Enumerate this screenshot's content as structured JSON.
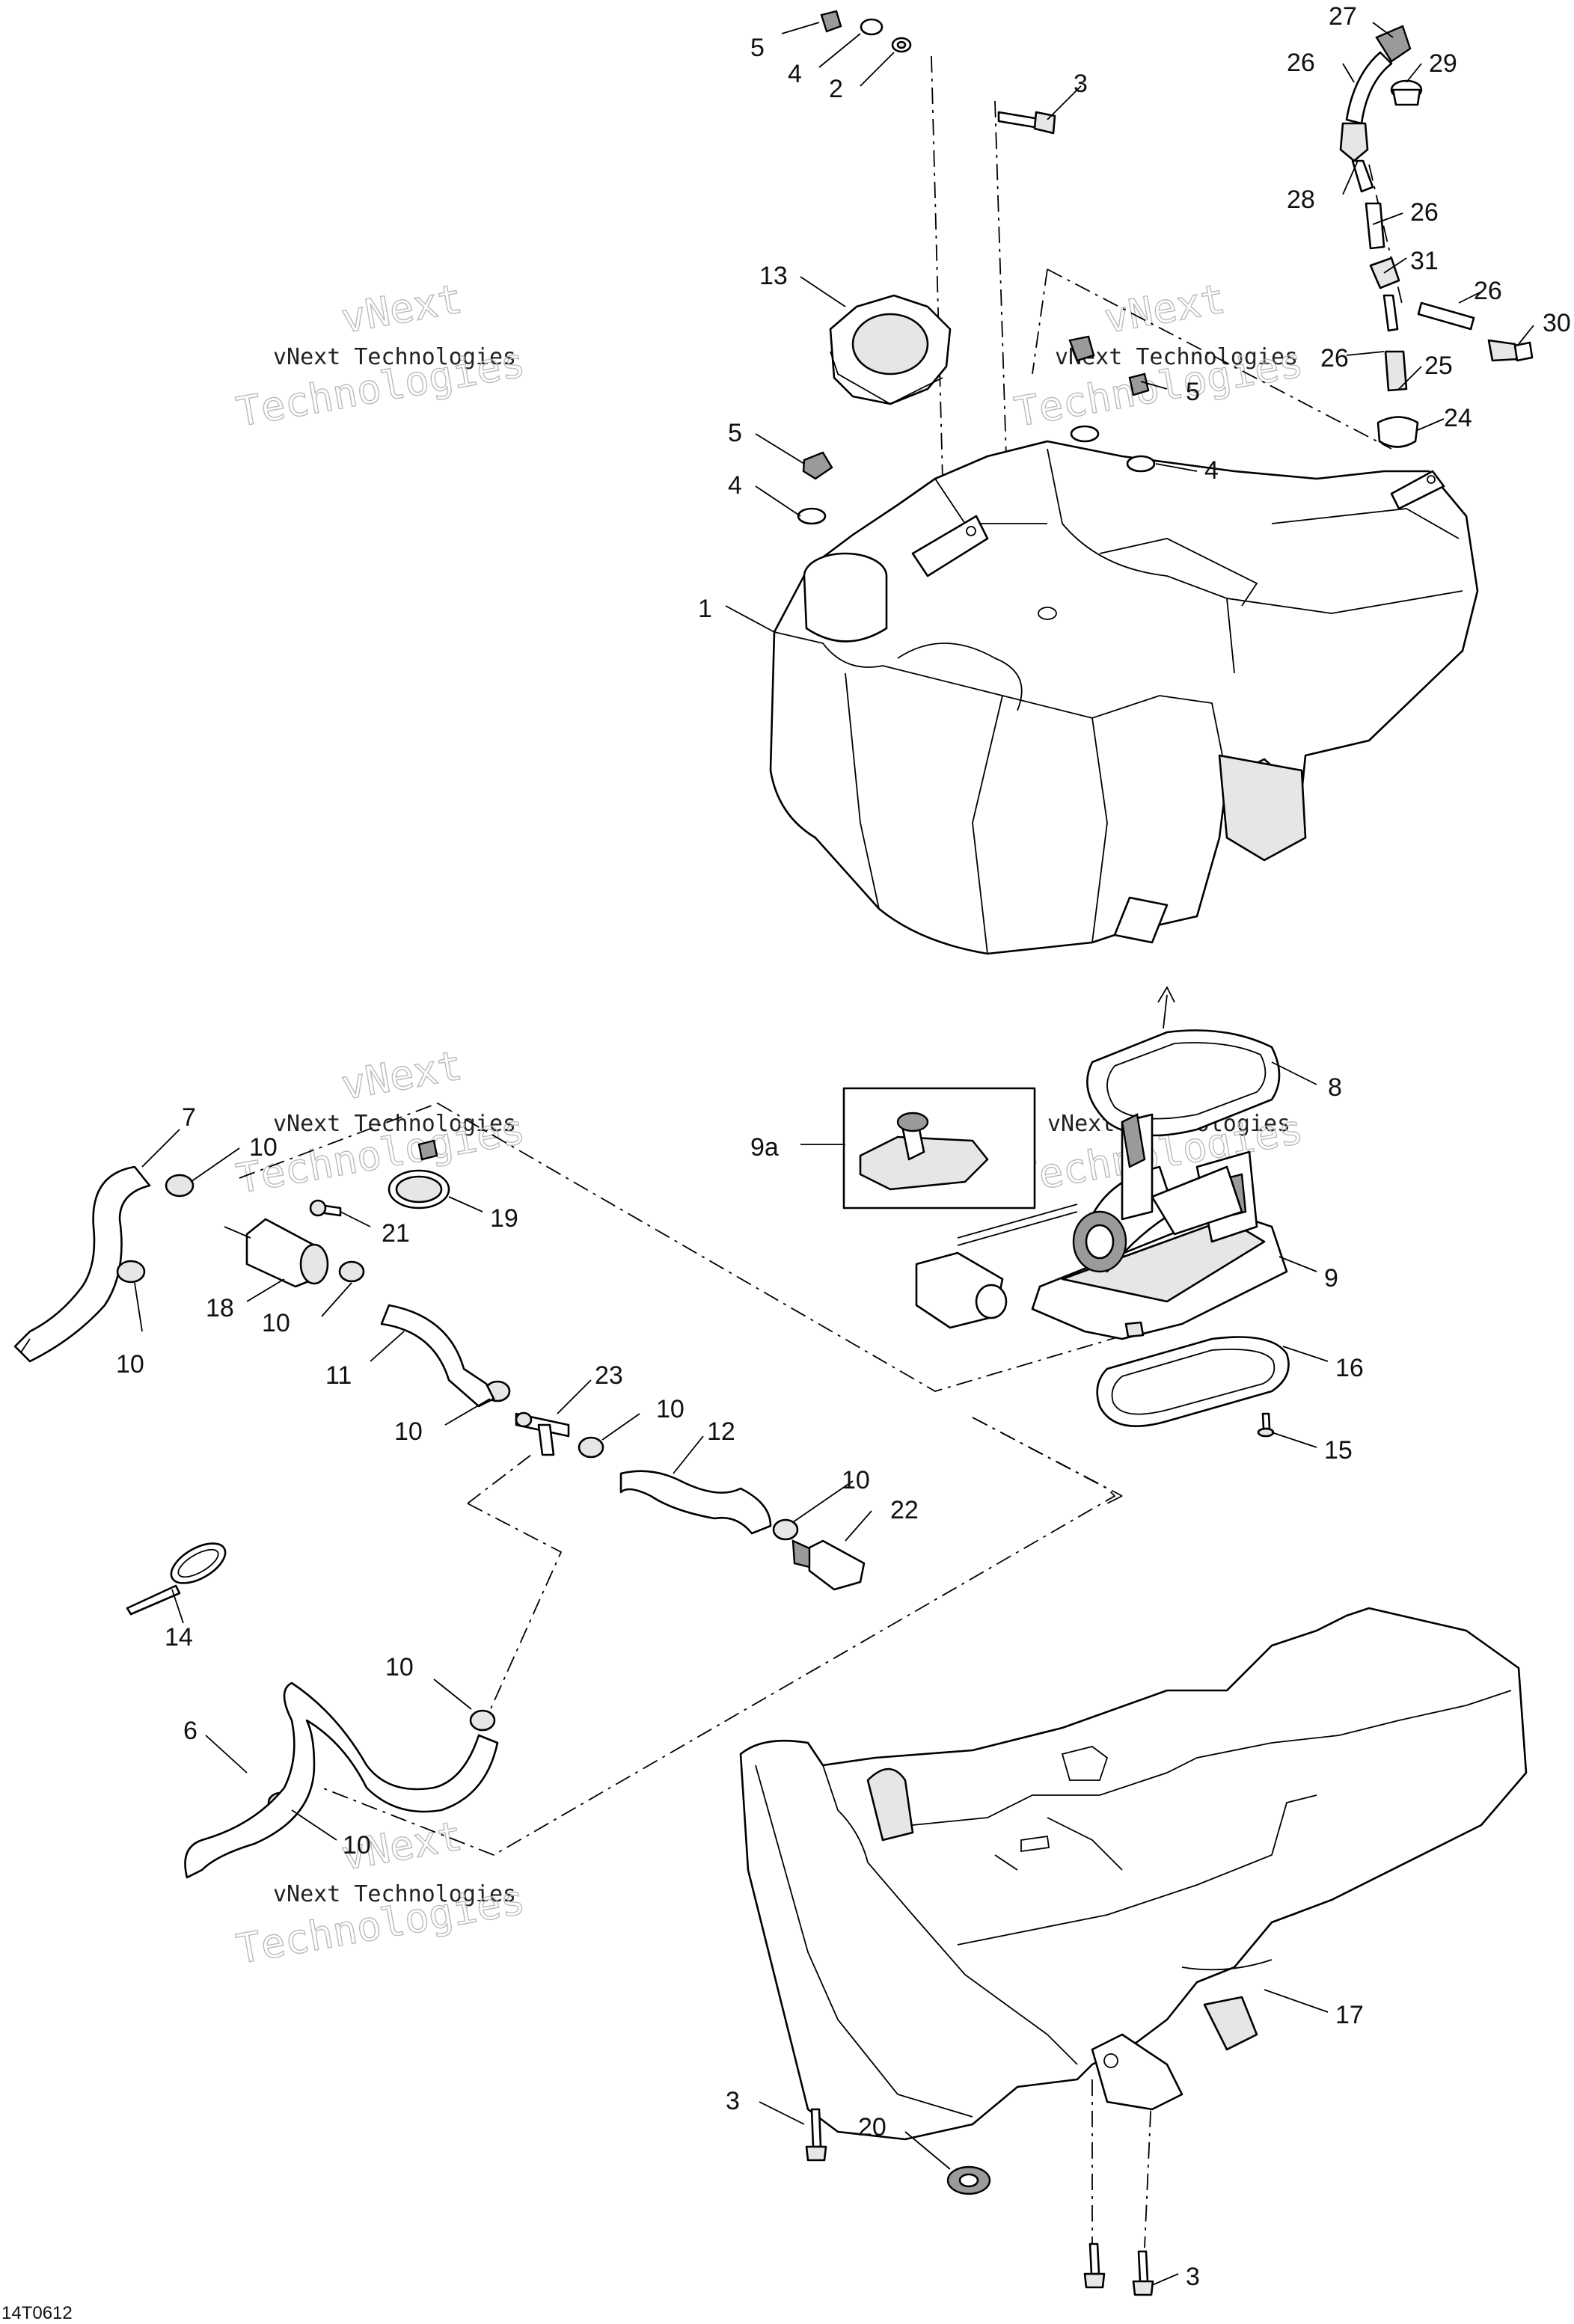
{
  "figure_code": "14T0612",
  "watermark": {
    "line1": "vNext",
    "line2": "vNext Technologies",
    "line3": "Technologies"
  },
  "callouts": [
    "5",
    "4",
    "2",
    "3",
    "27",
    "29",
    "26",
    "28",
    "26",
    "31",
    "26",
    "26",
    "30",
    "25",
    "24",
    "13",
    "5",
    "4",
    "5",
    "4",
    "1",
    "8",
    "9a",
    "9",
    "16",
    "15",
    "7",
    "10",
    "19",
    "21",
    "18",
    "10",
    "10",
    "11",
    "10",
    "23",
    "10",
    "12",
    "10",
    "22",
    "14",
    "10",
    "6",
    "10",
    "17",
    "3",
    "20",
    "3"
  ]
}
